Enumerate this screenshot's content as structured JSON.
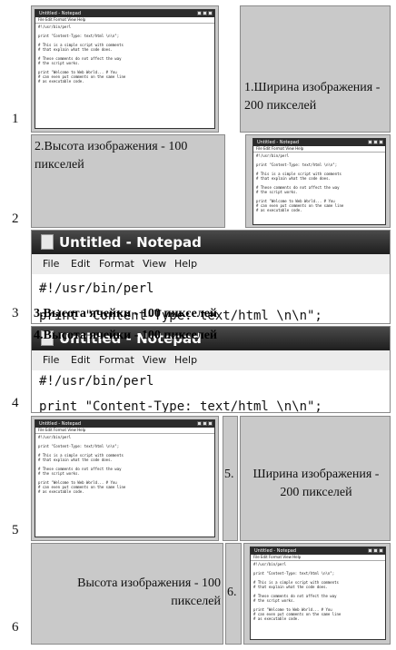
{
  "rows": [
    {
      "num": "1",
      "label": "1.Ширина изображения - 200 пикселей"
    },
    {
      "num": "2",
      "label": "2.Высота изображения - 100 пикселей"
    },
    {
      "num": "3",
      "label": "3.Высота ячейки - 100 пикселей"
    },
    {
      "num": "4",
      "label": "4.Высота ячейки - 100 пикселей"
    },
    {
      "num": "5",
      "prefix": "5.",
      "label": "Ширина изображения - 200 пикселей"
    },
    {
      "num": "6",
      "prefix": "6.",
      "label": "Высота изображения - 100 пикселей"
    }
  ],
  "notepad": {
    "title": "Untitled - Notepad",
    "menu": [
      "File",
      "Edit",
      "Format",
      "View",
      "Help"
    ],
    "line1": "#!/usr/bin/perl",
    "line2": "print \"Content-Type: text/html \\n\\n\";"
  },
  "thumb": {
    "title": "Untitled - Notepad",
    "menu": "File Edit Format View Help",
    "code": "#!/usr/bin/perl\n\nprint \"Content-Type: text/html \\n\\n\";\n\n# This is a simple script with comments\n# that explain what the code does.\n\n# These comments do not affect the way\n# the script works.\n\nprint \"Welcome to Web World... # You\n# can even put comments on the same line\n# as executable code."
  }
}
